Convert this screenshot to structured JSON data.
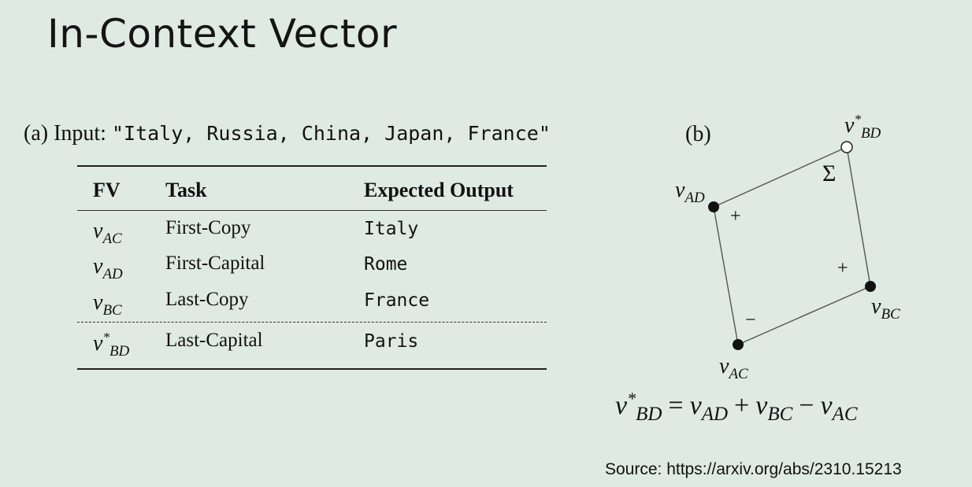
{
  "slide": {
    "title": "In-Context Vector",
    "source": "Source: https://arxiv.org/abs/2310.15213"
  },
  "panel_a": {
    "label": "(a)",
    "input_prefix": "Input:",
    "input_text": "\"Italy, Russia, China, Japan, France\"",
    "headers": {
      "fv": "FV",
      "task": "Task",
      "output": "Expected Output"
    },
    "rows": [
      {
        "fv_base": "v",
        "fv_sub": "AC",
        "fv_sup": "",
        "task": "First-Copy",
        "output": "Italy"
      },
      {
        "fv_base": "v",
        "fv_sub": "AD",
        "fv_sup": "",
        "task": "First-Capital",
        "output": "Rome"
      },
      {
        "fv_base": "v",
        "fv_sub": "BC",
        "fv_sup": "",
        "task": "Last-Copy",
        "output": "France"
      },
      {
        "fv_base": "v",
        "fv_sub": "BD",
        "fv_sup": "*",
        "task": "Last-Capital",
        "output": "Paris"
      }
    ]
  },
  "panel_b": {
    "label": "(b)",
    "nodes": {
      "vad": {
        "base": "v",
        "sub": "AD",
        "sup": ""
      },
      "vbc": {
        "base": "v",
        "sub": "BC",
        "sup": ""
      },
      "vac": {
        "base": "v",
        "sub": "AC",
        "sup": ""
      },
      "vbd": {
        "base": "v",
        "sub": "BD",
        "sup": "*"
      }
    },
    "signs": {
      "plus_left": "+",
      "plus_right": "+",
      "minus": "−",
      "sum": "Σ"
    },
    "equation": {
      "lhs_base": "v",
      "lhs_sub": "BD",
      "lhs_sup": "*",
      "eq": "=",
      "t1_base": "v",
      "t1_sub": "AD",
      "plus": "+",
      "t2_base": "v",
      "t2_sub": "BC",
      "minus": "−",
      "t3_base": "v",
      "t3_sub": "AC"
    }
  }
}
